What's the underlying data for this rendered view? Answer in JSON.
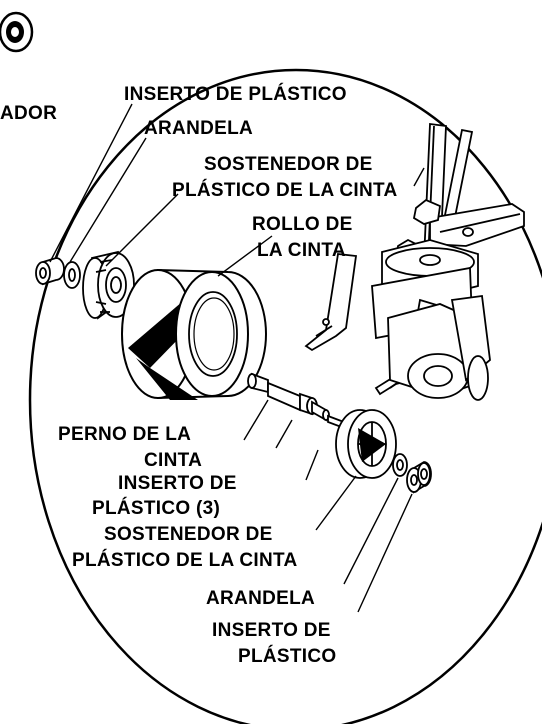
{
  "labels": {
    "partial_left": "ADOR",
    "inserto_top": "INSERTO DE PLÁSTICO",
    "arandela_top": "ARANDELA",
    "sostenedor_top_1": "SOSTENEDOR DE",
    "sostenedor_top_2": "PLÁSTICO DE LA CINTA",
    "rollo_1": "ROLLO DE",
    "rollo_2": "LA CINTA",
    "perno_1": "PERNO DE LA",
    "perno_2": "CINTA",
    "inserto_mid_1": "INSERTO DE",
    "inserto_mid_2": "PLÁSTICO (3)",
    "sostenedor_bot_1": "SOSTENEDOR DE",
    "sostenedor_bot_2": "PLÁSTICO DE LA CINTA",
    "arandela_bot": "ARANDELA",
    "inserto_bot_1": "INSERTO DE",
    "inserto_bot_2": "PLÁSTICO"
  }
}
